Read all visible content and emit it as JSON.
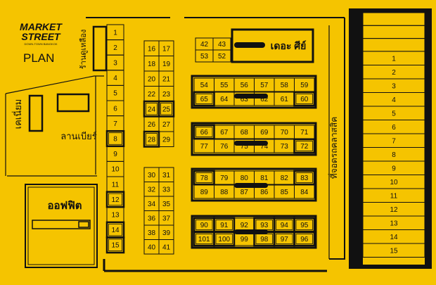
{
  "colors": {
    "background": "#f5c400",
    "ink": "#111111",
    "panel": "#f5c400"
  },
  "logo": {
    "line1": "MARKET",
    "line2": "STREET",
    "tagline": "DOWN-TOWN BANGKOK"
  },
  "plan_label": "PLAN",
  "areas": {
    "the_sky": "เดอะ ศีย์",
    "office": "ออฟฟิต",
    "beer_yard": "ลานเบียร์",
    "kienyum": "เคเนี่ยม",
    "yellow_shop": "ร้านดูเหลือง",
    "parking": "ที่จอดรถคลาสสิค"
  },
  "stalls": {
    "col_a": [
      "1",
      "2",
      "3",
      "4",
      "5",
      "6",
      "7",
      "8",
      "9",
      "10",
      "11",
      "12",
      "13",
      "14",
      "15"
    ],
    "col_b_top": [
      "16",
      "17",
      "18",
      "19",
      "20",
      "21",
      "22",
      "23",
      "24",
      "25",
      "26",
      "27",
      "28",
      "29"
    ],
    "col_b_bottom": [
      "30",
      "31",
      "32",
      "33",
      "34",
      "35",
      "36",
      "37",
      "38",
      "39",
      "40",
      "41"
    ],
    "top_pair": [
      "42",
      "43",
      "53",
      "52"
    ],
    "blk1_top": [
      "54",
      "55",
      "56",
      "57",
      "58",
      "59"
    ],
    "blk1_bot": [
      "65",
      "64",
      "63",
      "62",
      "61",
      "60"
    ],
    "blk2_top": [
      "66",
      "67",
      "68",
      "69",
      "70",
      "71"
    ],
    "blk2_bot": [
      "77",
      "76",
      "75",
      "74",
      "73",
      "72"
    ],
    "blk3_top": [
      "78",
      "79",
      "80",
      "81",
      "82",
      "83"
    ],
    "blk3_bot": [
      "89",
      "88",
      "87",
      "86",
      "85",
      "84"
    ],
    "blk4_top": [
      "90",
      "91",
      "92",
      "93",
      "94",
      "95"
    ],
    "blk4_bot": [
      "101",
      "100",
      "99",
      "98",
      "97",
      "96"
    ],
    "right": [
      "1",
      "2",
      "3",
      "4",
      "5",
      "6",
      "7",
      "8",
      "9",
      "10",
      "11",
      "12",
      "13",
      "14",
      "15"
    ]
  }
}
